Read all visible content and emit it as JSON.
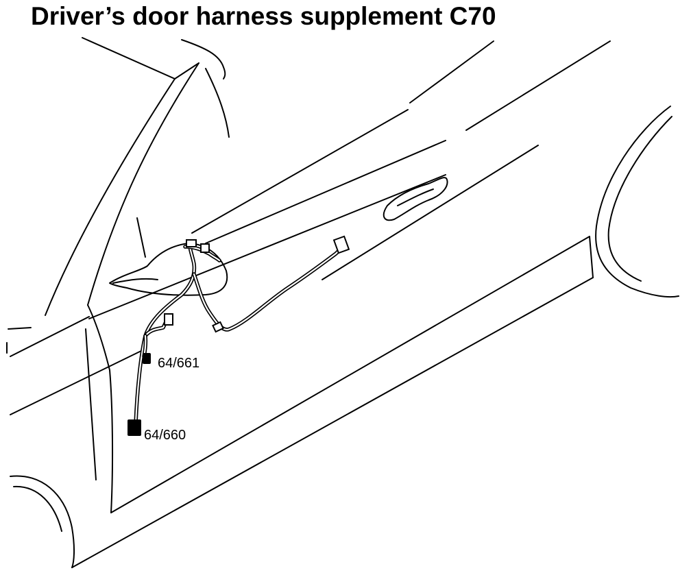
{
  "title": "Driver’s door harness supplement C70",
  "callouts": [
    {
      "id": "connector-64-661",
      "label": "64/661"
    },
    {
      "id": "connector-64-660",
      "label": "64/660"
    }
  ],
  "colors": {
    "ink": "#000000",
    "background": "#ffffff"
  }
}
